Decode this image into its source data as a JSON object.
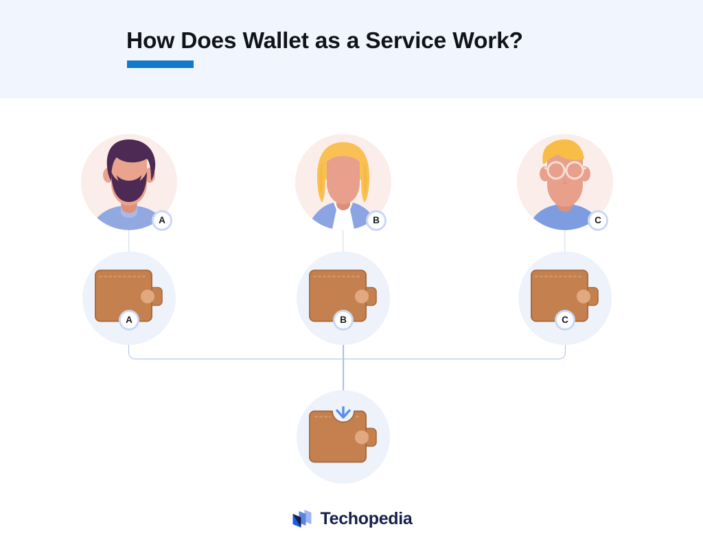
{
  "header": {
    "title": "How Does Wallet as a Service Work?",
    "accent_color": "#1479c9",
    "background_color": "#f1f5fd"
  },
  "diagram": {
    "users": [
      {
        "id": "user-a",
        "badge": "A",
        "description": "bearded man avatar",
        "hair_color": "#4c2a53",
        "skin_color": "#eaa48d",
        "clothing_color": "#92a8e0",
        "circle_color": "#fbeeea"
      },
      {
        "id": "user-b",
        "badge": "B",
        "description": "blonde woman avatar",
        "hair_color": "#f9c154",
        "skin_color": "#e8a08c",
        "clothing_color": "#8ba4e3",
        "circle_color": "#fbeeea"
      },
      {
        "id": "user-c",
        "badge": "C",
        "description": "blonde man with glasses avatar",
        "hair_color": "#f7bd46",
        "skin_color": "#e8a08c",
        "clothing_color": "#8ba4e3",
        "circle_color": "#fbeeea"
      }
    ],
    "wallets": [
      {
        "id": "wallet-a",
        "badge": "A",
        "circle_color": "#eef2fb",
        "body_color": "#c4814f"
      },
      {
        "id": "wallet-b",
        "badge": "B",
        "circle_color": "#eef2fb",
        "body_color": "#c4814f"
      },
      {
        "id": "wallet-c",
        "badge": "C",
        "circle_color": "#eef2fb",
        "body_color": "#c4814f"
      }
    ],
    "pooled_wallet": {
      "id": "pooled-wallet",
      "circle_color": "#eef2fb",
      "body_color": "#c4814f",
      "arrow_color": "#5b8def",
      "arrow_direction": "down"
    },
    "connector_color": "#a8bfe6"
  },
  "footer": {
    "brand_name": "Techopedia",
    "brand_color": "#16204a",
    "mark_accent": "#1a5fe0"
  }
}
